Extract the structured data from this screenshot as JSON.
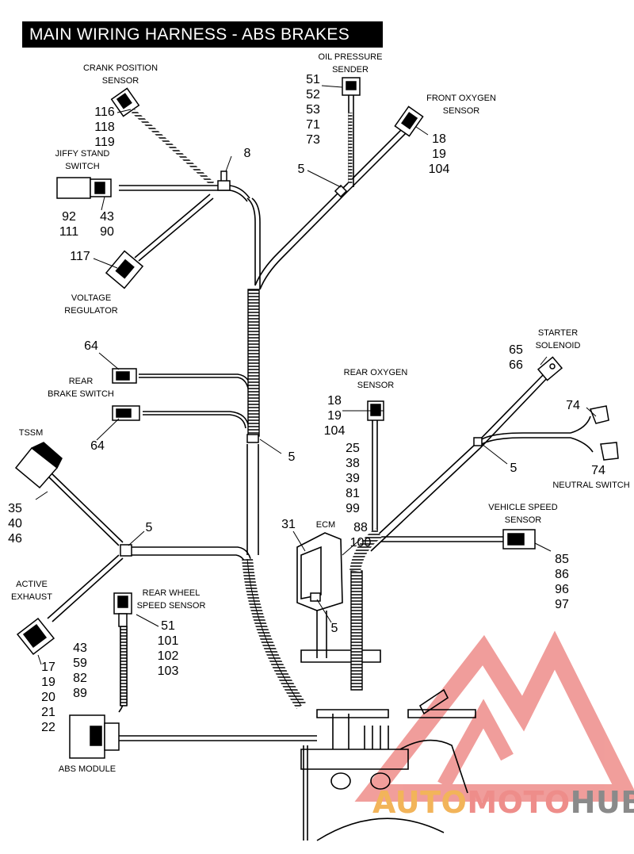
{
  "title": "MAIN WIRING HARNESS - ABS BRAKES",
  "components": {
    "crank_position_sensor": {
      "label": [
        "CRANK POSITION",
        "SENSOR"
      ],
      "refs": [
        "116",
        "118",
        "119"
      ]
    },
    "jiffy_stand_switch": {
      "label": [
        "JIFFY STAND",
        "SWITCH"
      ],
      "refs_left": [
        "92",
        "111"
      ],
      "refs_right": [
        "43",
        "90"
      ]
    },
    "voltage_regulator": {
      "label": [
        "VOLTAGE",
        "REGULATOR"
      ],
      "refs": [
        "117"
      ]
    },
    "oil_pressure_sender": {
      "label": [
        "OIL PRESSURE",
        "SENDER"
      ],
      "refs": [
        "51",
        "52",
        "53",
        "71",
        "73"
      ]
    },
    "front_oxygen_sensor": {
      "label": [
        "FRONT OXYGEN",
        "SENSOR"
      ],
      "refs": [
        "18",
        "19",
        "104"
      ]
    },
    "clip_top": {
      "refs": [
        "8"
      ]
    },
    "clip_front": {
      "refs": [
        "5"
      ]
    },
    "rear_brake_switch": {
      "label": [
        "REAR",
        "BRAKE SWITCH"
      ],
      "refs_top": [
        "64"
      ],
      "refs_bottom": [
        "64"
      ]
    },
    "clip_mid": {
      "refs": [
        "5"
      ]
    },
    "tssm": {
      "label": [
        "TSSM"
      ],
      "refs": [
        "35",
        "40",
        "46"
      ]
    },
    "clip_left": {
      "refs": [
        "5"
      ]
    },
    "active_exhaust": {
      "label": [
        "ACTIVE",
        "EXHAUST"
      ],
      "refs": [
        "17",
        "19",
        "20",
        "21",
        "22"
      ]
    },
    "rear_wheel_speed_sensor": {
      "label": [
        "REAR WHEEL",
        "SPEED SENSOR"
      ],
      "refs": [
        "51",
        "101",
        "102",
        "103"
      ]
    },
    "abs_module": {
      "label": [
        "ABS MODULE"
      ],
      "refs": [
        "43",
        "59",
        "82",
        "89"
      ]
    },
    "rear_oxygen_sensor": {
      "label": [
        "REAR OXYGEN",
        "SENSOR"
      ],
      "refs": [
        "18",
        "19",
        "104"
      ]
    },
    "ecm": {
      "label": [
        "ECM"
      ],
      "refs_left": [
        "31"
      ],
      "refs_right": [
        "88",
        "100"
      ],
      "refs_stack": [
        "25",
        "38",
        "39",
        "81",
        "99"
      ],
      "clip_ref": [
        "5"
      ]
    },
    "starter_solenoid": {
      "label": [
        "STARTER",
        "SOLENOID"
      ],
      "refs": [
        "65",
        "66"
      ]
    },
    "neutral_switch": {
      "label": [
        "NEUTRAL SWITCH"
      ],
      "refs_top": [
        "74"
      ],
      "refs_bottom": [
        "74"
      ]
    },
    "clip_right": {
      "refs": [
        "5"
      ]
    },
    "vehicle_speed_sensor": {
      "label": [
        "VEHICLE SPEED",
        "SENSOR"
      ],
      "refs": [
        "85",
        "86",
        "96",
        "97"
      ]
    }
  },
  "watermark": {
    "part1": "AUTO",
    "part2": "MOTO",
    "part3": "HUB",
    "colors": {
      "auto": "#f2b45a",
      "moto": "#ee8d8a",
      "hub": "#8a8a8a",
      "logo": "#ee8d8a"
    }
  }
}
